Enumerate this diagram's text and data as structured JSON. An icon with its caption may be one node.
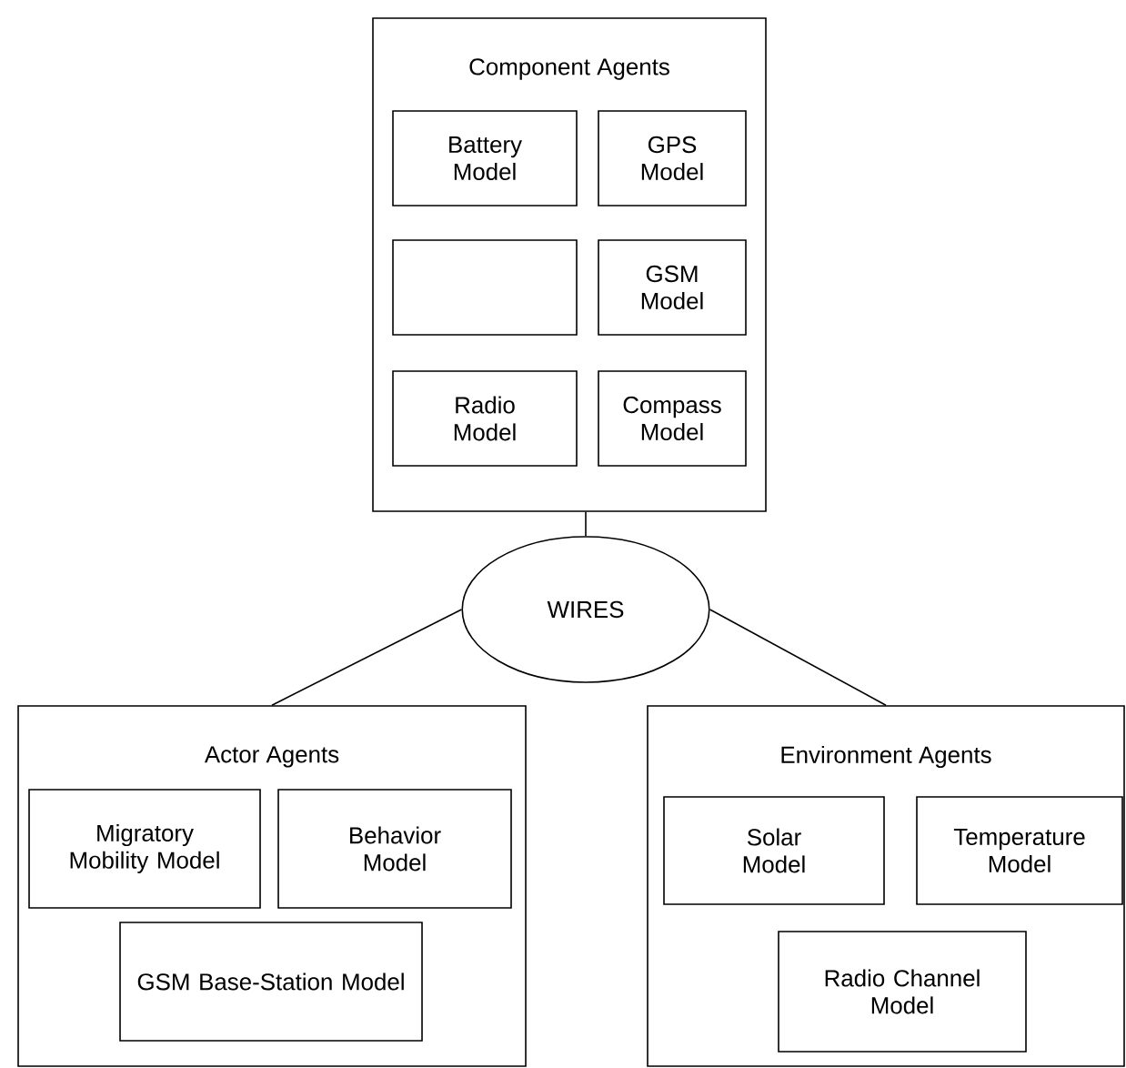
{
  "diagram": {
    "nodes": [
      {
        "text": [
          "Component Agents"
        ]
      },
      {
        "text": [
          "Battery Model"
        ],
        "in": 0
      },
      {
        "text": [
          "GPS Model"
        ],
        "in": 0
      },
      {
        "text": [],
        "shape": "box",
        "in": 0
      },
      {
        "text": [
          "GSM Model"
        ],
        "in": 0
      },
      {
        "text": [
          "Radio Model"
        ],
        "in": 0
      },
      {
        "text": [
          "Compass Model"
        ],
        "in": 0
      },
      {
        "text": [
          "WIRES"
        ]
      },
      {
        "text": [
          "Actor Agents"
        ]
      },
      {
        "text": [
          "Migratory Mobility Model"
        ],
        "in": 8
      },
      {
        "text": [
          "Behavior Model"
        ],
        "in": 8
      },
      {
        "text": [
          "GSM Base-Station Model"
        ],
        "in": 8
      },
      {
        "text": [
          "Environment Agents"
        ]
      },
      {
        "text": [
          "Solar Model"
        ],
        "in": 12
      },
      {
        "text": [
          "Temperature Model"
        ],
        "in": 12
      },
      {
        "text": [
          "Radio Channel Model"
        ],
        "in": 12
      }
    ],
    "edges": [
      {
        "from": 0,
        "to": 7,
        "arrow": "none"
      },
      {
        "from": 7,
        "to": 8,
        "arrow": "none"
      },
      {
        "from": 7,
        "to": 12,
        "arrow": "none"
      }
    ]
  }
}
